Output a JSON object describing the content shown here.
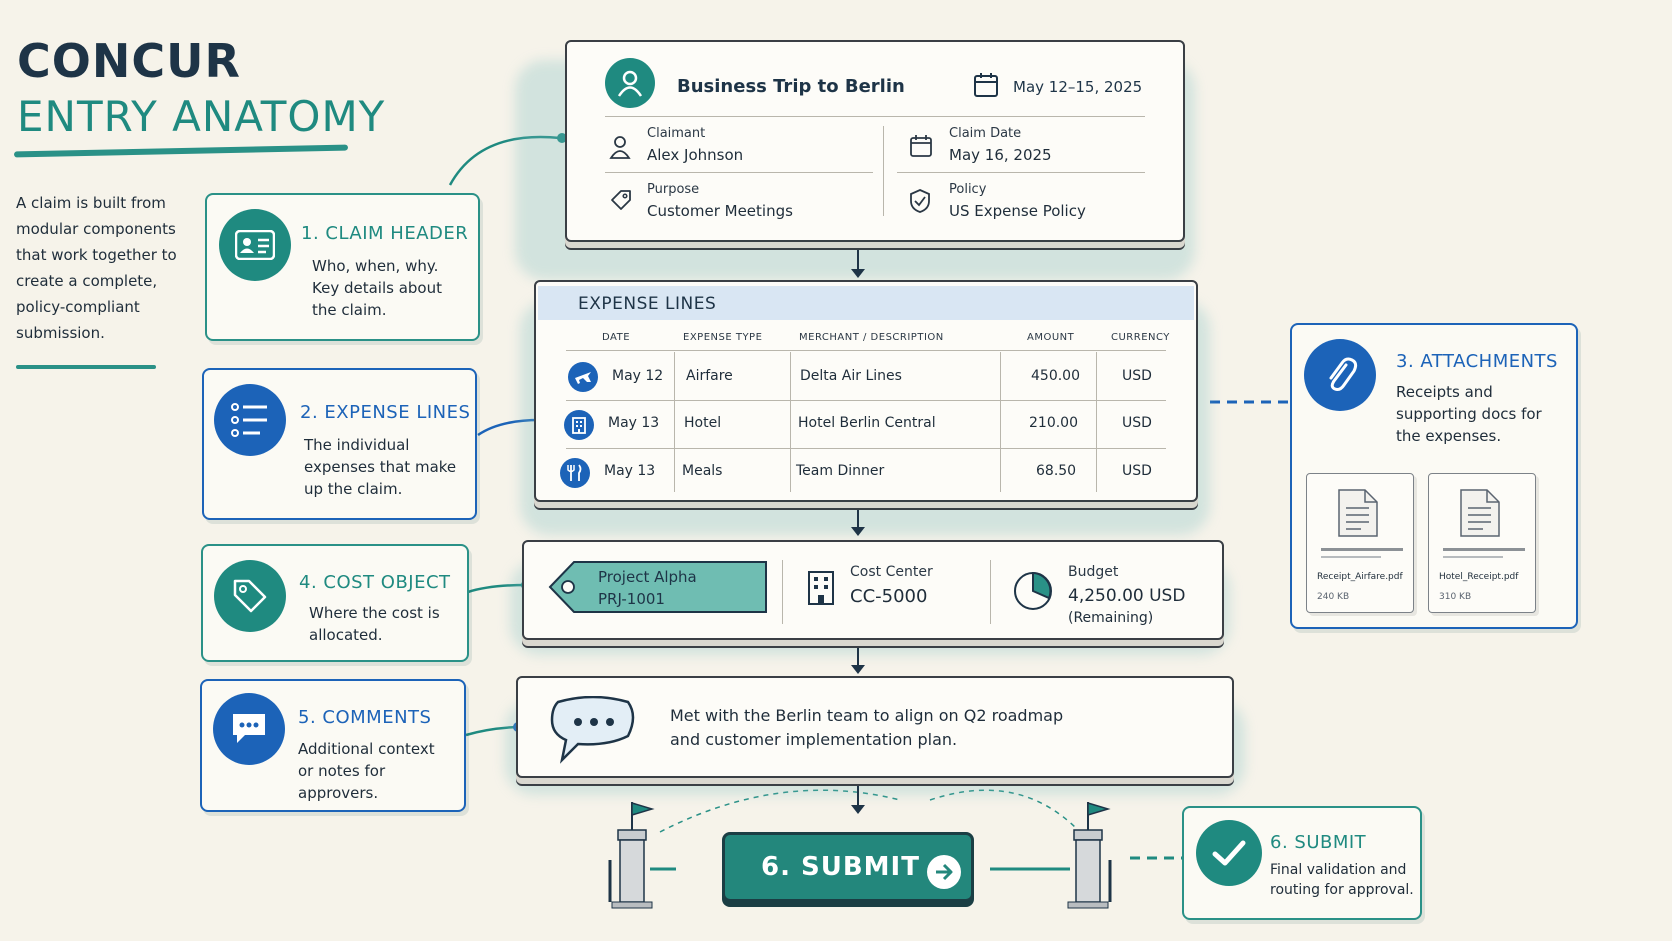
{
  "title": {
    "line1": "CONCUR",
    "line2": "ENTRY ANATOMY"
  },
  "intro": "A claim is built from modular components that work together to create a complete, policy-compliant submission.",
  "callouts": {
    "claim_header": {
      "title": "1. CLAIM HEADER",
      "desc": "Who, when, why. Key details about the claim.",
      "icon": "id-card-icon"
    },
    "expense_lines": {
      "title": "2. EXPENSE LINES",
      "desc": "The individual expenses that make up the claim.",
      "icon": "list-icon"
    },
    "attachments": {
      "title": "3. ATTACHMENTS",
      "desc": "Receipts and supporting docs for the expenses.",
      "icon": "paperclip-icon"
    },
    "cost_object": {
      "title": "4. COST OBJECT",
      "desc": "Where the cost is allocated.",
      "icon": "tag-icon"
    },
    "comments": {
      "title": "5. COMMENTS",
      "desc": "Additional context or notes for approvers.",
      "icon": "chat-icon"
    },
    "submit": {
      "title": "6. SUBMIT",
      "desc": "Final validation and routing for approval.",
      "icon": "check-icon"
    }
  },
  "header_panel": {
    "trip_title": "Business Trip to Berlin",
    "trip_dates": "May 12–15, 2025",
    "claimant_label": "Claimant",
    "claimant_value": "Alex Johnson",
    "claim_date_label": "Claim Date",
    "claim_date_value": "May 16, 2025",
    "purpose_label": "Purpose",
    "purpose_value": "Customer Meetings",
    "policy_label": "Policy",
    "policy_value": "US Expense Policy"
  },
  "expense_panel": {
    "title": "EXPENSE LINES",
    "columns": [
      "DATE",
      "EXPENSE TYPE",
      "MERCHANT / DESCRIPTION",
      "AMOUNT",
      "CURRENCY"
    ],
    "rows": [
      {
        "icon": "airplane-icon",
        "date": "May 12",
        "type": "Airfare",
        "merchant": "Delta Air Lines",
        "amount": "450.00",
        "currency": "USD"
      },
      {
        "icon": "hotel-icon",
        "date": "May 13",
        "type": "Hotel",
        "merchant": "Hotel Berlin Central",
        "amount": "210.00",
        "currency": "USD"
      },
      {
        "icon": "utensils-icon",
        "date": "May 13",
        "type": "Meals",
        "merchant": "Team Dinner",
        "amount": "68.50",
        "currency": "USD"
      }
    ]
  },
  "cost_panel": {
    "project_name": "Project Alpha",
    "project_code": "PRJ-1001",
    "cost_center_label": "Cost Center",
    "cost_center_value": "CC-5000",
    "budget_label": "Budget",
    "budget_value": "4,250.00 USD",
    "budget_note": "(Remaining)"
  },
  "comment_panel": {
    "line1": "Met with the Berlin team to align on Q2 roadmap",
    "line2": "and customer implementation plan."
  },
  "attachments": [
    {
      "name": "Receipt_Airfare.pdf",
      "size": "240 KB"
    },
    {
      "name": "Hotel_Receipt.pdf",
      "size": "310 KB"
    }
  ],
  "submit_button": {
    "label": "6. SUBMIT"
  },
  "colors": {
    "teal": "#1f8a80",
    "blue": "#1c63b8",
    "navy": "#1e3447",
    "paper": "#f6f3ea"
  }
}
